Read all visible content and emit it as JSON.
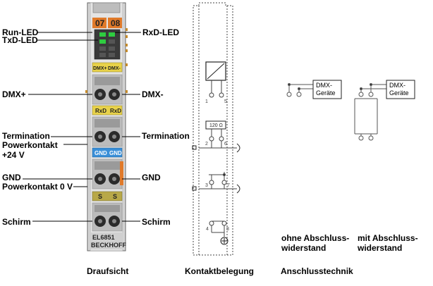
{
  "terminal": {
    "top_numbers": [
      "07",
      "08"
    ],
    "labels": {
      "dmx": [
        "DMX+",
        "DMX-"
      ],
      "rxd": [
        "RxD",
        "RxD"
      ],
      "gnd": [
        "GND",
        "GND"
      ],
      "shield": [
        "S",
        "S"
      ]
    },
    "model": "EL6851",
    "brand": "BECKHOFF"
  },
  "left_labels": {
    "run_led": "Run-LED",
    "txd_led": "TxD-LED",
    "dmx_plus": "DMX+",
    "termination": "Termination",
    "powerkontakt_24": "Powerkontakt",
    "plus24v": "+24 V",
    "gnd": "GND",
    "powerkontakt_0": "Powerkontakt 0 V",
    "schirm": "Schirm"
  },
  "right_labels": {
    "rxd_led": "RxD-LED",
    "dmx_minus": "DMX-",
    "termination": "Termination",
    "gnd": "GND",
    "schirm": "Schirm"
  },
  "contacts": {
    "resistor": "120 Ω",
    "pins": [
      "1",
      "5",
      "2",
      "6",
      "3",
      "7",
      "4",
      "8"
    ]
  },
  "connection": {
    "device_line1": "DMX-",
    "device_line2": "Geräte",
    "without_line1": "ohne Abschluss-",
    "without_line2": "widerstand",
    "with_line1": "mit Abschluss-",
    "with_line2": "widerstand"
  },
  "captions": {
    "top_view": "Draufsicht",
    "pin_assignment": "Kontaktbelegung",
    "connection_tech": "Anschlusstechnik"
  },
  "colors": {
    "orange": "#e07a2a",
    "yellow_label": "#e8d24a",
    "blue_label": "#3a8fd8",
    "led_green": "#2ecc40",
    "housing": "#c9c9c9"
  }
}
